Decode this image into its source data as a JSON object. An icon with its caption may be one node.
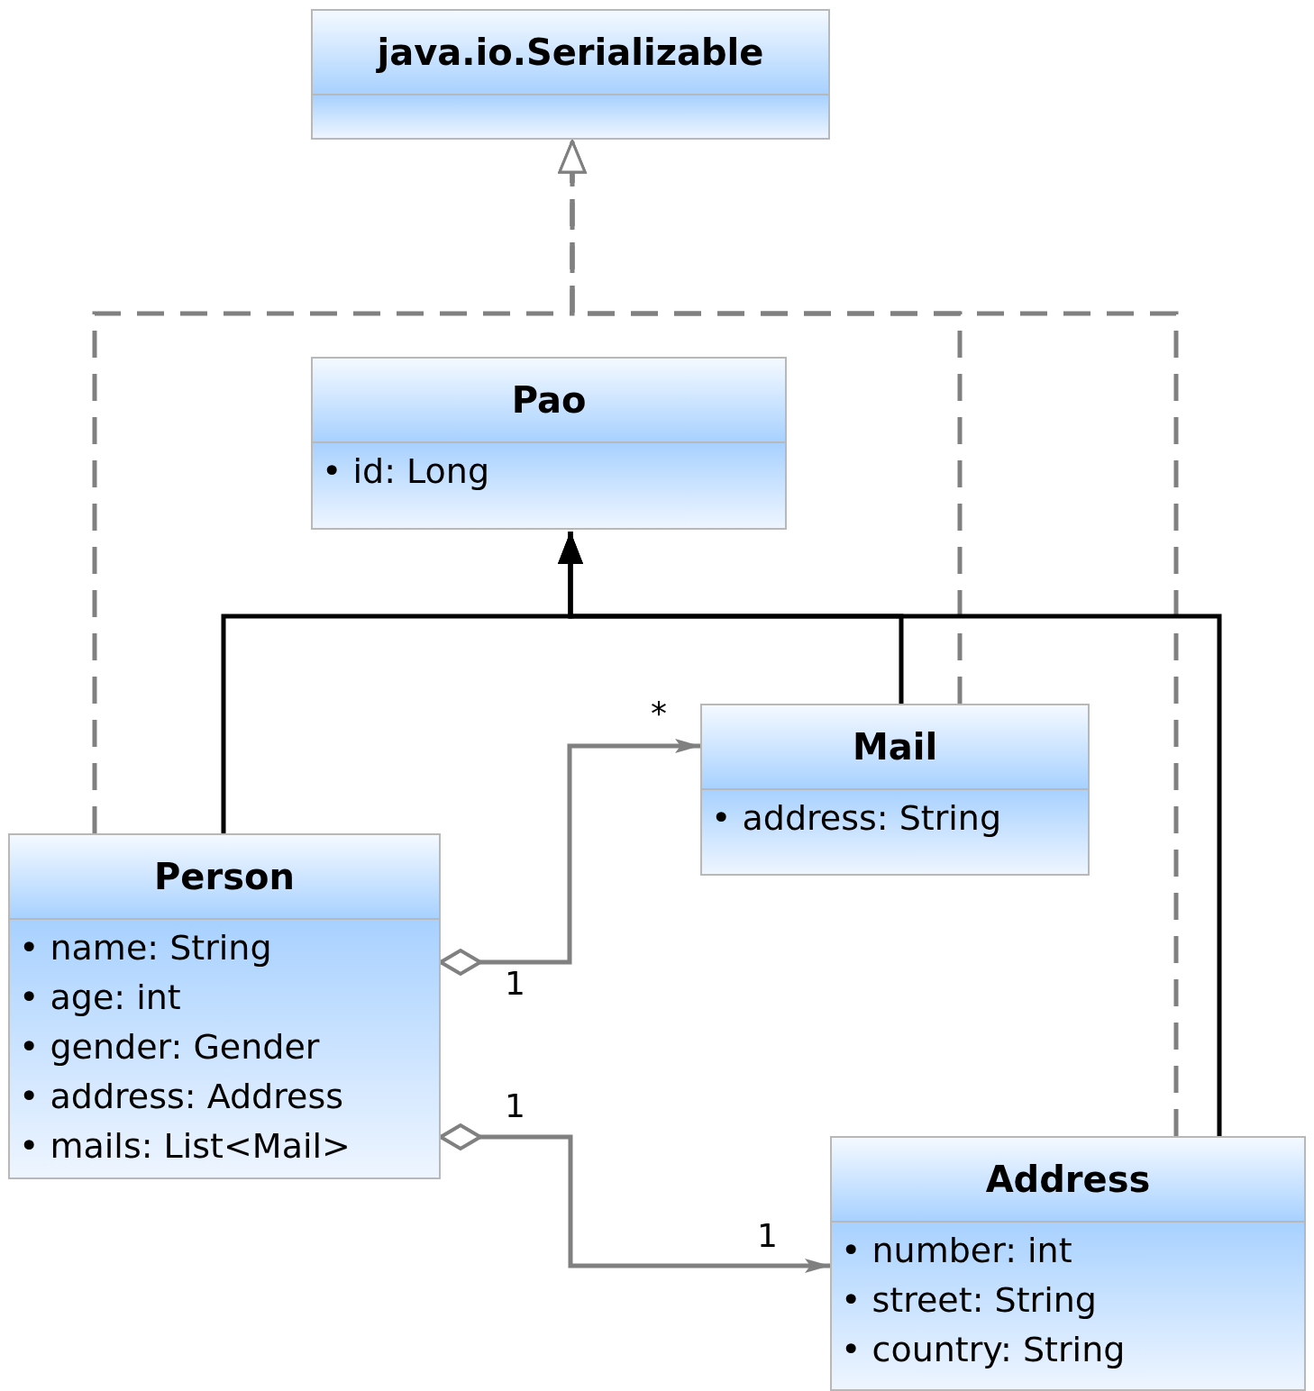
{
  "diagram": {
    "nodes": [
      {
        "text": [
          "java.io.Serializable"
        ]
      },
      {
        "text": [
          "Pao",
          "• id: Long"
        ]
      },
      {
        "text": [
          "Mail",
          "• address: String"
        ]
      },
      {
        "text": [
          "Person",
          "• name: String",
          "• age: int",
          "• gender: Gender",
          "• address: Address",
          "• mails: List<Mail>"
        ]
      },
      {
        "text": [
          "Address",
          "• number: int",
          "• street: String",
          "• country: String"
        ]
      }
    ],
    "edges": [
      {
        "from": 3,
        "to": 0,
        "arrow": "to",
        "style": "dashed"
      },
      {
        "from": 2,
        "to": 0,
        "arrow": "to",
        "style": "dashed"
      },
      {
        "from": 4,
        "to": 0,
        "arrow": "to",
        "style": "dashed"
      },
      {
        "from": 3,
        "to": 1,
        "arrow": "to",
        "color": "#000000"
      },
      {
        "from": 2,
        "to": 1,
        "arrow": "to",
        "color": "#000000"
      },
      {
        "from": 4,
        "to": 1,
        "arrow": "to",
        "color": "#000000"
      },
      {
        "from": 3,
        "to": 2,
        "arrow": "to"
      },
      {
        "from": 3,
        "to": 4,
        "arrow": "to"
      }
    ],
    "labels": [
      "*",
      "1",
      "1",
      "1"
    ]
  }
}
